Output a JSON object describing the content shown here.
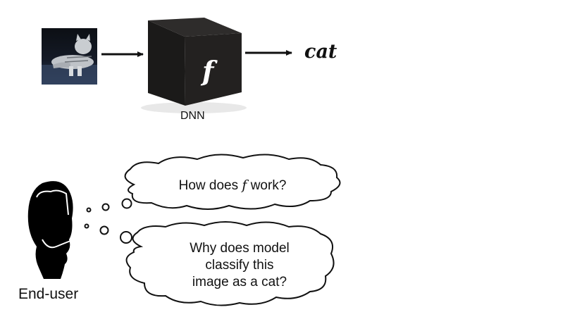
{
  "pipeline": {
    "input_image": "cat-photo",
    "model_symbol": "f",
    "model_label": "DNN",
    "output_label": "cat"
  },
  "user": {
    "label": "End-user",
    "icon": "thinking-person-silhouette"
  },
  "thoughts": [
    {
      "prefix": "How does ",
      "symbol": "f",
      "suffix": " work?"
    },
    {
      "lines": [
        "Why does model",
        "classify this",
        "image as a cat?"
      ]
    }
  ]
}
